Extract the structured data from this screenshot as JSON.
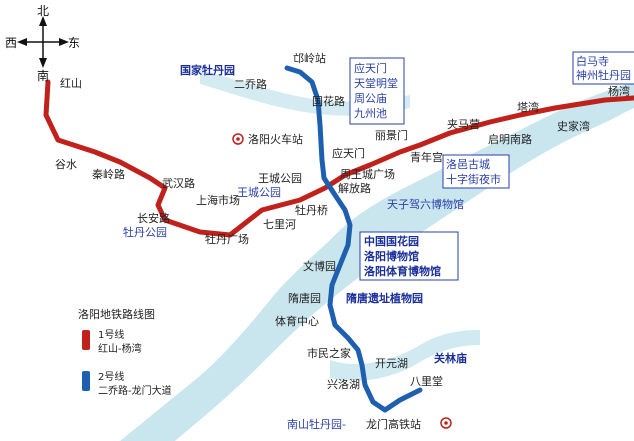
{
  "colors": {
    "line1": "#c0211b",
    "line2": "#1f5fb0",
    "river": "#c9e6ee",
    "poi_text": "#2a3fa8",
    "box_border": "#2a3fa8"
  },
  "compass": {
    "north": "北",
    "south": "南",
    "west": "西",
    "east": "东"
  },
  "legend": {
    "title": "洛阳地铁路线图",
    "line1_name": "1号线",
    "line1_route": "红山-杨湾",
    "line2_name": "2号线",
    "line2_route": "二乔路-龙门大道"
  },
  "line1_stations": [
    "红山",
    "谷水",
    "秦岭路",
    "武汉路",
    "长安路",
    "上海市场",
    "牡丹广场",
    "七里河",
    "王城公园",
    "周王城广场",
    "青年宫",
    "丽景门",
    "夹马营",
    "启明南路",
    "塔湾",
    "史家湾",
    "杨湾"
  ],
  "line2_stations": [
    "二乔路",
    "邙岭站",
    "国花路",
    "应天门",
    "解放路",
    "牡丹桥",
    "文博园",
    "隋唐园",
    "体育中心",
    "市民之家",
    "兴洛湖",
    "开元湖",
    "八里堂",
    "龙门高铁站"
  ],
  "landmarks": {
    "guojia_mudan": "国家牡丹园",
    "luoyang_station": "洛阳火车站",
    "wangcheng_park": "王城公园",
    "mudan_park": "牡丹公园",
    "tianzi": "天子驾六博物馆",
    "suitang": "隋唐遗址植物园",
    "guanlin": "关林庙",
    "nanshan": "南山牡丹园-"
  },
  "boxes": {
    "yingtianmen": [
      "应天门",
      "天堂明堂",
      "周公庙",
      "九州池"
    ],
    "luoyi": [
      "洛邑古城",
      "十字街夜市"
    ],
    "guohua": [
      "中国国花园",
      "洛阳博物馆",
      "洛阳体育博物馆"
    ],
    "baimasi": [
      "白马寺",
      "神州牡丹园"
    ]
  }
}
